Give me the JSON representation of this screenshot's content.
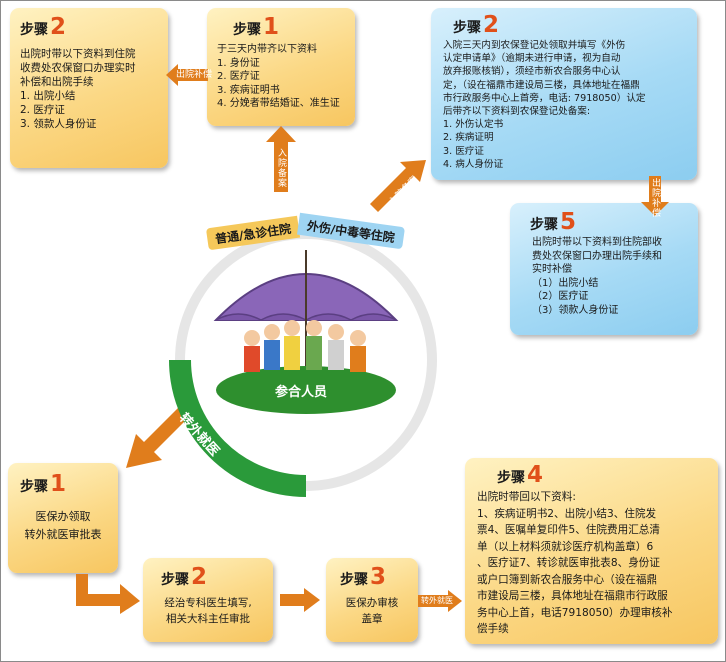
{
  "step_word": "步骤",
  "top_left": {
    "num": "2",
    "lines": [
      "出院时带以下资料到住院",
      "收费处农保窗口办理实时",
      "补偿和出院手续",
      "1. 出院小结",
      "2. 医疗证",
      "3. 领款人身份证"
    ]
  },
  "top_mid": {
    "num": "1",
    "lines": [
      "于三天内带齐以下资料",
      "1. 身份证",
      "2. 医疗证",
      "3. 疾病证明书",
      "4. 分娩者带结婚证、准生证"
    ]
  },
  "top_right": {
    "num": "2",
    "lines": [
      "入院三天内到农保登记处领取并填写《外伤",
      "认定申请单》（逾期未进行申请，视为自动",
      "放弃报账核销），须经市新农合服务中心认",
      "定，（设在福鼎市建设局三楼，具体地址在福鼎",
      "市行政服务中心上首旁，电话: 7918050）认定",
      "后带齐以下资料到农保登记处备案:",
      "1. 外伤认定书",
      "2. 疾病证明",
      "3. 医疗证",
      "4. 病人身份证"
    ]
  },
  "mid_right": {
    "num": "5",
    "lines": [
      "出院时带以下资料到住院部收",
      "费处农保窗口办理出院手续和",
      "实时补偿",
      "（1）出院小结",
      "（2）医疗证",
      "（3）领款人身份证"
    ]
  },
  "bottom_left": {
    "num": "1",
    "lines": [
      "医保办领取",
      "转外就医审批表"
    ]
  },
  "bottom_b2": {
    "num": "2",
    "lines": [
      "经治专科医生填写,",
      "相关大科主任审批"
    ]
  },
  "bottom_b3": {
    "num": "3",
    "lines": [
      "医保办审核",
      "盖章"
    ]
  },
  "bottom_right": {
    "num": "4",
    "lines": [
      "出院时带回以下资料:",
      "1、疾病证明书2、出院小结3、住院发",
      "票4、医嘱单复印件5、住院费用汇总清",
      "单（以上材料须就诊医疗机构盖章）6",
      "、医疗证7、转诊就医审批表8、身份证",
      "或户口簿到新农合服务中心（设在福鼎",
      "市建设局三楼，具体地址在福鼎市行政服",
      "务中心上首，电话7918050）办理审核补",
      "偿手续"
    ]
  },
  "arrows": {
    "discharge_left": "出院补偿",
    "admit_mid": "入院备案",
    "admit_right": "入院备案",
    "discharge_right": "出院补偿",
    "transfer_small": "转外就医"
  },
  "circle": {
    "tab_left": "普通/急诊住院",
    "tab_right": "外伤/中毒等住院",
    "participants": "参合人员",
    "transfer": "转外就医"
  },
  "colors": {
    "step_number": "#e0501a",
    "arrow": "#e07d1c",
    "ring_green": "#2a9a3a",
    "yellow_box": "#f9d27a",
    "blue_box": "#a6daf5"
  }
}
